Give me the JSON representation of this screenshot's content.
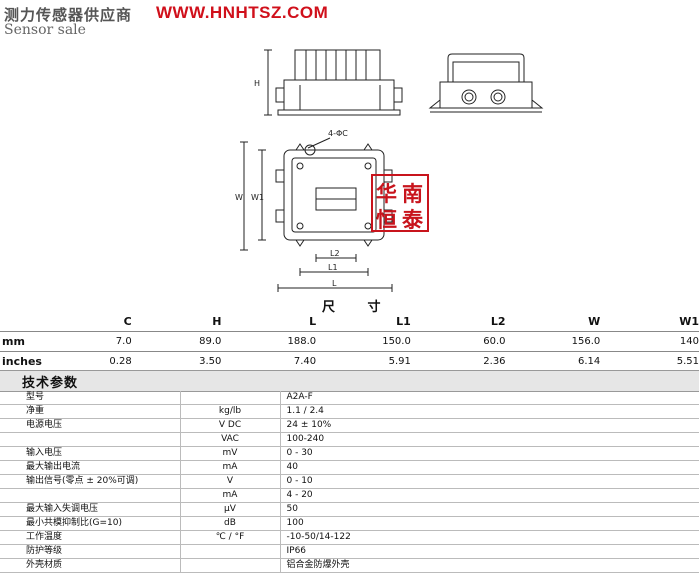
{
  "header": {
    "cn_title": "测力传感器供应商",
    "url": "WWW.HNHTSZ.COM",
    "en_title": "Sensor sale"
  },
  "drawing": {
    "labels": {
      "h": "H",
      "w": "W",
      "w1": "W1",
      "hole": "4-ΦC",
      "l2": "L2",
      "l1": "L1",
      "l": "L"
    }
  },
  "stamp": {
    "chars": [
      "华",
      "南",
      "恒",
      "泰"
    ]
  },
  "dimensions": {
    "title": "尺 寸",
    "columns": [
      "C",
      "H",
      "L",
      "L1",
      "L2",
      "W",
      "W1"
    ],
    "rows": [
      {
        "label": "mm",
        "values": [
          "7.0",
          "89.0",
          "188.0",
          "150.0",
          "60.0",
          "156.0",
          "140"
        ]
      },
      {
        "label": "inches",
        "values": [
          "0.28",
          "3.50",
          "7.40",
          "5.91",
          "2.36",
          "6.14",
          "5.51"
        ]
      }
    ]
  },
  "specs": {
    "title": "技术参数",
    "rows": [
      [
        "型号",
        "",
        "A2A-F"
      ],
      [
        "净重",
        "kg/lb",
        "1.1 / 2.4"
      ],
      [
        "电源电压",
        "V DC",
        "24 ± 10%"
      ],
      [
        "",
        "VAC",
        "100-240"
      ],
      [
        "输入电压",
        "mV",
        "0 - 30"
      ],
      [
        "最大输出电流",
        "mA",
        "40"
      ],
      [
        "输出信号(零点 ± 20%可调)",
        "V",
        "0 - 10"
      ],
      [
        "",
        "mA",
        "4 - 20"
      ],
      [
        "最大输入失调电压",
        "μV",
        "50"
      ],
      [
        "最小共模抑制比(G=10)",
        "dB",
        "100"
      ],
      [
        "工作温度",
        "℃ / °F",
        "-10-50/14-122"
      ],
      [
        "防护等级",
        "",
        "IP66"
      ],
      [
        "外壳材质",
        "",
        "铝合金防爆外壳"
      ]
    ]
  }
}
